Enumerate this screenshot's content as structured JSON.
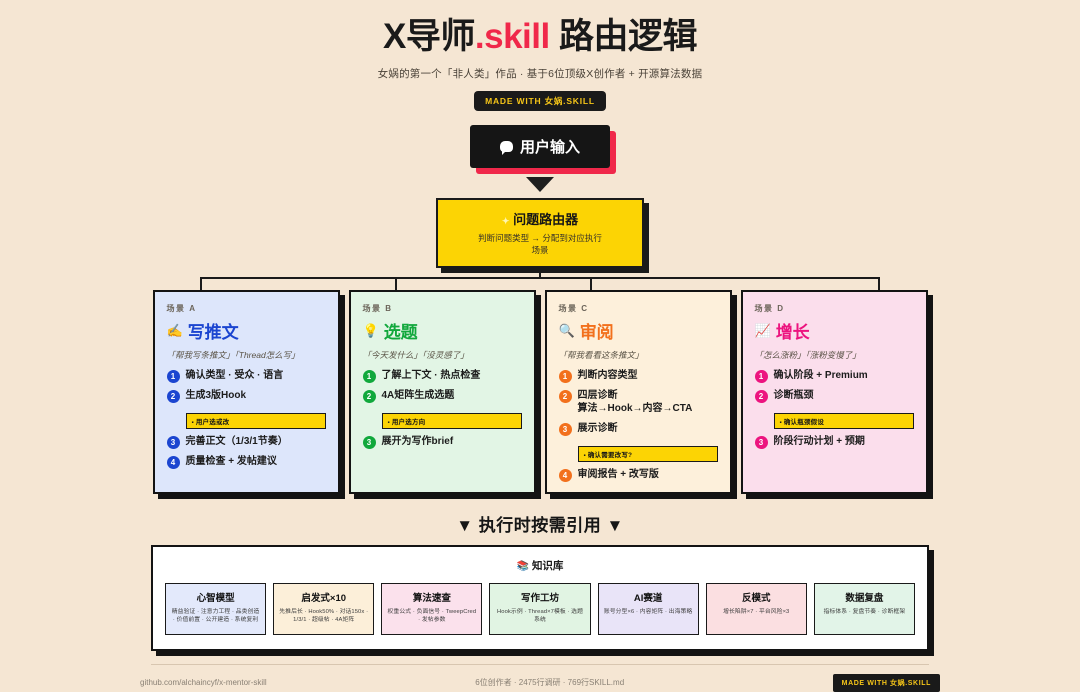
{
  "header": {
    "title_main": "X导师",
    "title_accent": ".skill",
    "title_tail": " 路由逻辑",
    "subtitle": "女娲的第一个「非人类」作品 · 基于6位顶级X创作者 + 开源算法数据",
    "made_badge": "MADE WITH 女娲.SKILL"
  },
  "flow": {
    "input_node": {
      "label": "用户输入",
      "icon": "chat-bubble-icon"
    },
    "router_node": {
      "title": "问题路由器",
      "subtitle": "判断问题类型 → 分配到对应执行场景",
      "spark_icon": "sparkle-icon"
    }
  },
  "scenarios": [
    {
      "tag": "场景 A",
      "emoji": "✍️",
      "icon_name": "writing-hand-icon",
      "title": "写推文",
      "quote": "「帮我写条推文」「Thread怎么写」",
      "steps": [
        {
          "n": "1",
          "text": "确认类型 · 受众 · 语言"
        },
        {
          "n": "2",
          "text": "生成3版Hook",
          "badge": "用户选或改"
        },
        {
          "n": "3",
          "text": "完善正文（1/3/1节奏）"
        },
        {
          "n": "4",
          "text": "质量检查 + 发帖建议"
        }
      ]
    },
    {
      "tag": "场景 B",
      "emoji": "💡",
      "icon_name": "lightbulb-icon",
      "title": "选题",
      "quote": "「今天发什么」「没灵感了」",
      "steps": [
        {
          "n": "1",
          "text": "了解上下文 · 热点检查"
        },
        {
          "n": "2",
          "text": "4A矩阵生成选题",
          "badge": "用户选方向"
        },
        {
          "n": "3",
          "text": "展开为写作brief"
        }
      ]
    },
    {
      "tag": "场景 C",
      "emoji": "🔍",
      "icon_name": "magnifier-icon",
      "title": "审阅",
      "quote": "「帮我看看这条推文」",
      "steps": [
        {
          "n": "1",
          "text": "判断内容类型"
        },
        {
          "n": "2",
          "text": "四层诊断\n算法→Hook→内容→CTA"
        },
        {
          "n": "3",
          "text": "展示诊断",
          "badge": "确认需要改写?"
        },
        {
          "n": "4",
          "text": "审阅报告 + 改写版"
        }
      ]
    },
    {
      "tag": "场景 D",
      "emoji": "📈",
      "icon_name": "chart-increasing-icon",
      "title": "增长",
      "quote": "「怎么涨粉」「涨粉变慢了」",
      "steps": [
        {
          "n": "1",
          "text": "确认阶段 + Premium"
        },
        {
          "n": "2",
          "text": "诊断瓶颈",
          "badge": "确认瓶颈假设"
        },
        {
          "n": "3",
          "text": "阶段行动计划 + 预期"
        }
      ]
    }
  ],
  "knowledge": {
    "heading": "▼ 执行时按需引用 ▼",
    "panel_title": "知识库",
    "panel_icon": "books-icon",
    "cards": [
      {
        "title": "心智模型",
        "desc": "精益验证 · 注意力工程 · 品类创造 · 价值前置 · 公开建造 · 系统复利",
        "bg": "#e3e9fb"
      },
      {
        "title": "启发式×10",
        "desc": "先推后长 · Hook50% · 对话150x · 1/3/1 · 超级帖 · 4A矩阵",
        "bg": "#fcefd9"
      },
      {
        "title": "算法速查",
        "desc": "权重公式 · 负面信号 · TweepCred · 发帖参数",
        "bg": "#fbe1ec"
      },
      {
        "title": "写作工坊",
        "desc": "Hook示例 · Thread×7模板 · 选题系统",
        "bg": "#e1f4e3"
      },
      {
        "title": "AI赛道",
        "desc": "账号分型×6 · 内容矩阵 · 出海策略",
        "bg": "#e9e4f8"
      },
      {
        "title": "反模式",
        "desc": "增长陷阱×7 · 平台风险×3",
        "bg": "#fbdfe1"
      },
      {
        "title": "数据复盘",
        "desc": "指标体系 · 复盘节奏 · 诊断框架",
        "bg": "#e2f4e8"
      }
    ]
  },
  "footer": {
    "repo": "github.com/alchaincyf/x-mentor-skill",
    "stats": "6位创作者 · 2475行调研 · 769行SKILL.md",
    "badge": "MADE WITH 女娲.SKILL"
  },
  "colors": {
    "background": "#f5e6d3",
    "accent_red": "#f0284a",
    "accent_yellow": "#fcd404",
    "ink": "#1a1a1a",
    "scenario_a": "#1b45d0",
    "scenario_b": "#11a83c",
    "scenario_c": "#f2701c",
    "scenario_d": "#ec147f"
  }
}
